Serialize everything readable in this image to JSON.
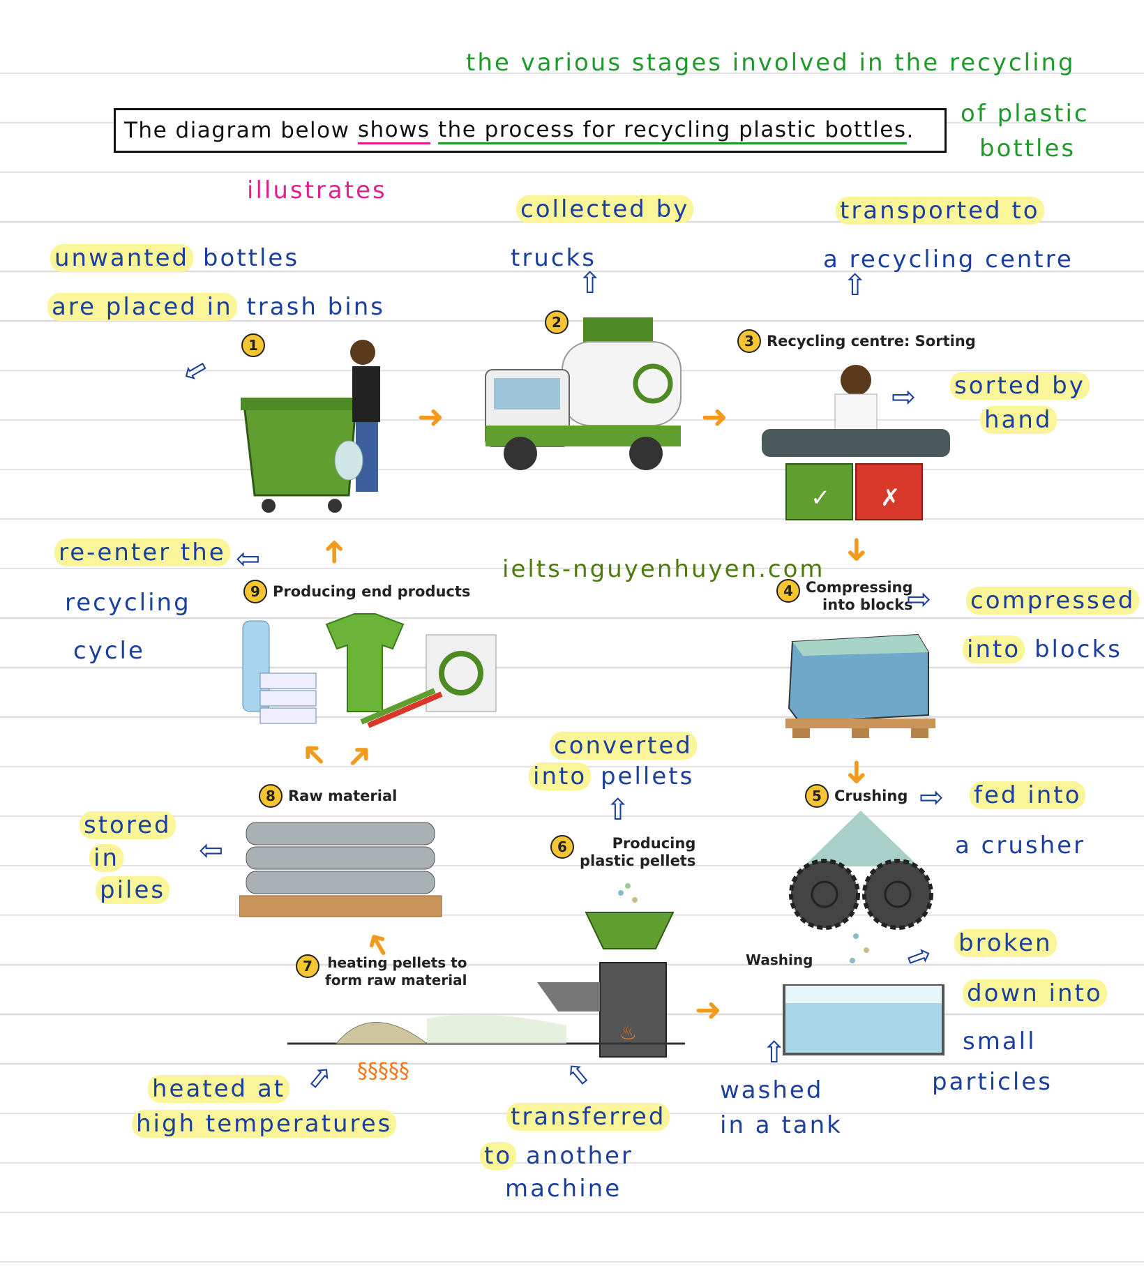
{
  "prompt": {
    "before": "The diagram below ",
    "highlight": "shows",
    "after": " ",
    "underlined": "the process for recycling plastic bottles",
    "end": "."
  },
  "annotations": {
    "paraphrase_top": "the various stages involved in the recycling",
    "paraphrase_of": "of plastic",
    "paraphrase_bottles": "bottles",
    "illustrates": "illustrates",
    "collected_1": "collected by",
    "collected_2": "trucks",
    "transported_1": "transported to",
    "transported_2": "a recycling centre",
    "unwanted_1a": "unwanted",
    "unwanted_1b": " bottles",
    "unwanted_2a": "are placed in",
    "unwanted_2b": " trash bins",
    "sorted_1": "sorted by",
    "sorted_2": "hand",
    "compressed_1": "compressed",
    "compressed_2a": "into",
    "compressed_2b": " blocks",
    "fed_1": "fed into",
    "fed_2": "a crusher",
    "broken_1": "broken",
    "broken_2": "down into",
    "broken_3": "small",
    "broken_4": "particles",
    "washed_1": "washed",
    "washed_2": "in a tank",
    "converted_1": "converted",
    "converted_2a": "into",
    "converted_2b": " pellets",
    "transferred_1": "transferred",
    "transferred_2a": "to",
    "transferred_2b": " another",
    "transferred_3": "machine",
    "heated_1": "heated at",
    "heated_2": "high temperatures",
    "stored_1": "stored",
    "stored_2": "in",
    "stored_3": "piles",
    "reenter_1": "re-enter the",
    "reenter_2": "recycling",
    "reenter_3": "cycle",
    "watermark": "ielts-nguyenhuyen.com"
  },
  "steps": [
    {
      "num": "1",
      "label": ""
    },
    {
      "num": "2",
      "label": ""
    },
    {
      "num": "3",
      "label": "Recycling centre: Sorting"
    },
    {
      "num": "4",
      "label": "Compressing",
      "label2": "into blocks"
    },
    {
      "num": "5",
      "label": "Crushing"
    },
    {
      "num": "6",
      "label": "Producing",
      "label2": "plastic pellets"
    },
    {
      "num": "7",
      "label": "heating pellets to",
      "label2": "form raw material"
    },
    {
      "num": "8",
      "label": "Raw material"
    },
    {
      "num": "9",
      "label": "Producing end products"
    }
  ],
  "washing_label": "Washing",
  "colors": {
    "annotation_blue": "#1a3f9c",
    "paraphrase_green": "#1f9a2a",
    "synonym_pink": "#e0208f",
    "highlight": "#fbf59a",
    "flow_arrow": "#f29a1c"
  }
}
